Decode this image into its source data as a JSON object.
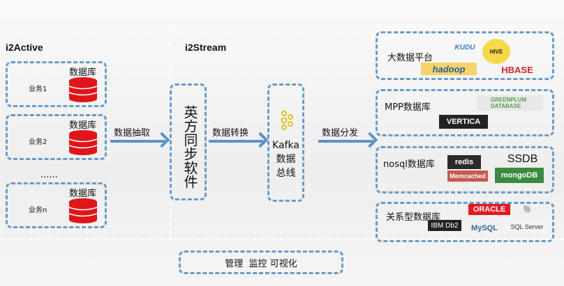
{
  "left": {
    "title": "i2Active",
    "dots": "......",
    "items": [
      {
        "name": "业务1",
        "db": "数据库"
      },
      {
        "name": "业务2",
        "db": "数据库"
      },
      {
        "name": "业务n",
        "db": "数据库"
      }
    ]
  },
  "middle": {
    "title": "i2Stream",
    "sync": "英方同步软件",
    "kafka": [
      "Kafka",
      "数据",
      "总线"
    ]
  },
  "arrows": [
    "数据抽取",
    "数据转换",
    "数据分发"
  ],
  "targets": [
    {
      "label": "大数据平台",
      "logos": [
        "KUDU",
        "HIVE",
        "hadoop",
        "HBASE"
      ]
    },
    {
      "label": "MPP数据库",
      "logos": [
        "GREENPLUM DATABASE",
        "VERTICA"
      ]
    },
    {
      "label": "nosql数据库",
      "logos": [
        "redis",
        "Memcached",
        "SSDB",
        "mongoDB"
      ]
    },
    {
      "label": "关系型数据库",
      "logos": [
        "ORACLE",
        "IBM Db2",
        "MySQL",
        "SQL Server",
        "🐘"
      ]
    }
  ],
  "bottom": "管理  监控 可视化",
  "colors": {
    "dash": "#6a9cc8",
    "db": "#e0151b",
    "arrow": "#5b93c6"
  }
}
